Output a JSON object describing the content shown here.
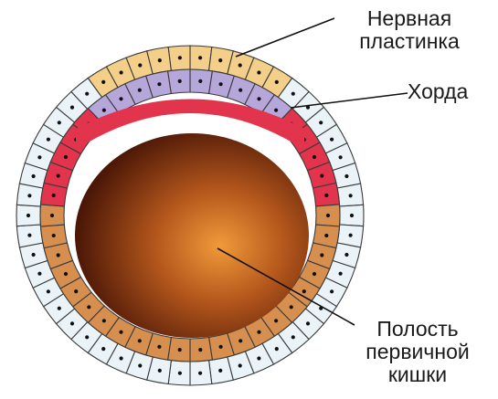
{
  "labels": {
    "neural_plate": {
      "line1": "Нервная",
      "line2": "пластинка"
    },
    "chorda": "Хорда",
    "cavity": {
      "line1": "Полость",
      "line2": "первичной",
      "line3": "кишки"
    }
  },
  "colors": {
    "ectoderm": "#eaf4f8",
    "neural_plate": "#f4cf8a",
    "chorda": "#b5a7da",
    "mesoderm": "#e2344c",
    "endoderm": "#d68f4e",
    "cavity_center": "#e08a30",
    "cavity_edge": "#4a1606",
    "cell_border": "#3a3a3a",
    "nucleus": "#111111"
  }
}
